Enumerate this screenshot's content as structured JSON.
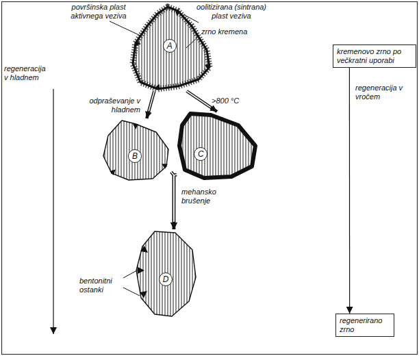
{
  "diagram": {
    "nodes": [
      {
        "text": [
          "A"
        ]
      },
      {
        "text": [
          "kremenovo zrno po večkratni uporabi"
        ]
      },
      {
        "text": [
          "B"
        ]
      },
      {
        "text": [
          "C"
        ]
      },
      {
        "text": [
          "D"
        ]
      },
      {
        "text": [
          "regenerirano zrno"
        ]
      }
    ],
    "edges": [
      {
        "from": 0,
        "to": 2,
        "arrow": "to",
        "label": "odpraševanje v hladnem"
      },
      {
        "from": 0,
        "to": 3,
        "arrow": "to",
        "label": ">800 °C"
      },
      {
        "from": 2,
        "to": 4,
        "arrow": "to",
        "label": "mehansko brušenje"
      },
      {
        "from": 3,
        "to": 4,
        "arrow": "to"
      },
      {
        "from": 1,
        "to": 5,
        "arrow": "to",
        "label": "regeneracija v vročem"
      }
    ],
    "labels": [
      "površinska plast aktivnega veziva",
      "oolitizirana (sintrana) plast veziva",
      "zrno kremena",
      "regeneracija v hladnem",
      "bentonitni ostanki"
    ]
  }
}
